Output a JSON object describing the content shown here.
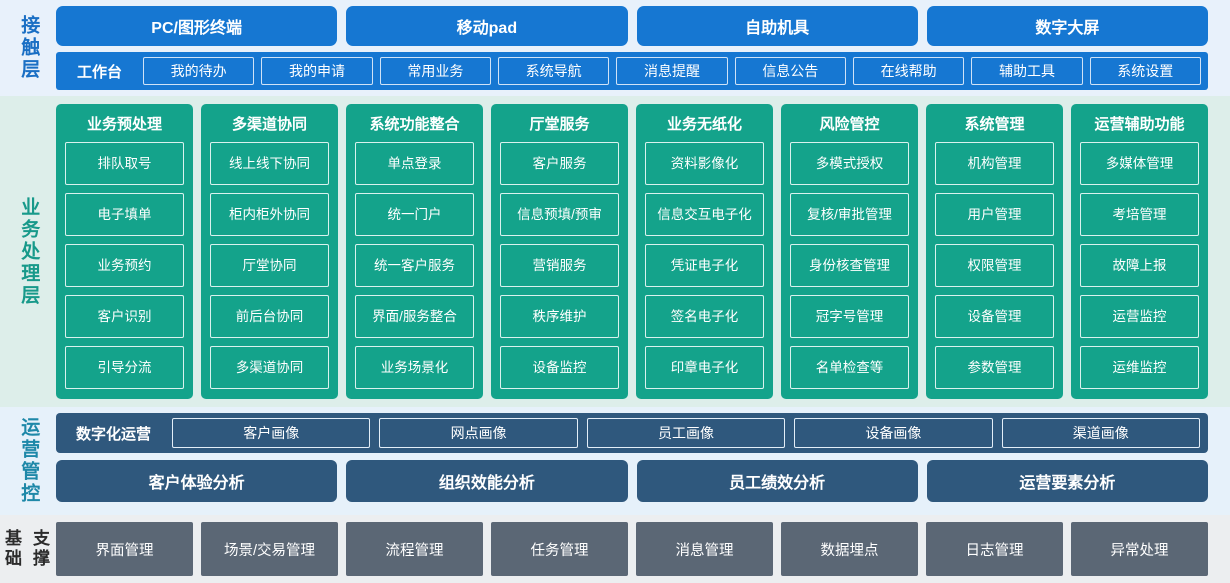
{
  "layers": {
    "contact": {
      "label": "接触层",
      "channels": [
        "PC/图形终端",
        "移动pad",
        "自助机具",
        "数字大屏"
      ],
      "workbench_title": "工作台",
      "workbench_items": [
        "我的待办",
        "我的申请",
        "常用业务",
        "系统导航",
        "消息提醒",
        "信息公告",
        "在线帮助",
        "辅助工具",
        "系统设置"
      ]
    },
    "business": {
      "label": "业务处理层",
      "columns": [
        {
          "title": "业务预处理",
          "items": [
            "排队取号",
            "电子填单",
            "业务预约",
            "客户识别",
            "引导分流"
          ]
        },
        {
          "title": "多渠道协同",
          "items": [
            "线上线下协同",
            "柜内柜外协同",
            "厅堂协同",
            "前后台协同",
            "多渠道协同"
          ]
        },
        {
          "title": "系统功能整合",
          "items": [
            "单点登录",
            "统一门户",
            "统一客户服务",
            "界面/服务整合",
            "业务场景化"
          ]
        },
        {
          "title": "厅堂服务",
          "items": [
            "客户服务",
            "信息预填/预审",
            "营销服务",
            "秩序维护",
            "设备监控"
          ]
        },
        {
          "title": "业务无纸化",
          "items": [
            "资料影像化",
            "信息交互电子化",
            "凭证电子化",
            "签名电子化",
            "印章电子化"
          ]
        },
        {
          "title": "风险管控",
          "items": [
            "多模式授权",
            "复核/审批管理",
            "身份核查管理",
            "冠字号管理",
            "名单检查等"
          ]
        },
        {
          "title": "系统管理",
          "items": [
            "机构管理",
            "用户管理",
            "权限管理",
            "设备管理",
            "参数管理"
          ]
        },
        {
          "title": "运营辅助功能",
          "items": [
            "多媒体管理",
            "考培管理",
            "故障上报",
            "运营监控",
            "运维监控"
          ]
        }
      ]
    },
    "ops": {
      "label": "运营管控",
      "digital_title": "数字化运营",
      "portraits": [
        "客户画像",
        "网点画像",
        "员工画像",
        "设备画像",
        "渠道画像"
      ],
      "analyses": [
        "客户体验分析",
        "组织效能分析",
        "员工绩效分析",
        "运营要素分析"
      ]
    },
    "foundation": {
      "label_line1": "基础",
      "label_line2": "支撑",
      "items": [
        "界面管理",
        "场景/交易管理",
        "流程管理",
        "任务管理",
        "消息管理",
        "数据埋点",
        "日志管理",
        "异常处理"
      ]
    }
  },
  "colors": {
    "contact_bg": "#e8f1fb",
    "contact_accent": "#1677d2",
    "business_bg": "#ddeeea",
    "business_accent": "#14a38b",
    "ops_bg": "#e6f1fa",
    "ops_accent": "#2f587d",
    "foundation_bg": "#eceef0",
    "foundation_accent": "#5b6775"
  }
}
